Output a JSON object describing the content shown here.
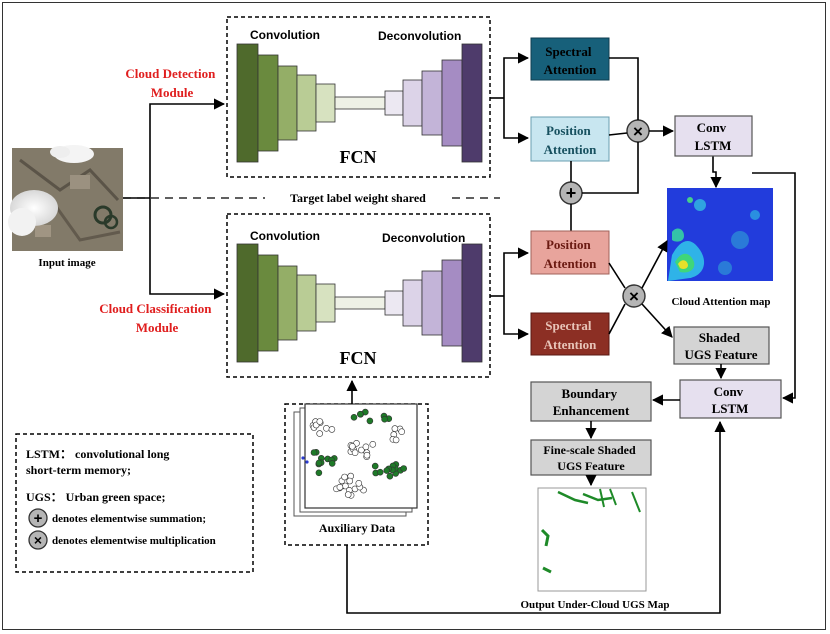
{
  "cloud_detection_module": "Cloud Detection Module",
  "cloud_classification_module": "Cloud Classification Module",
  "input_image": "Input image",
  "convolution": "Convolution",
  "deconvolution": "Deconvolution",
  "fcn": "FCN",
  "target_label_shared": "Target label weight shared",
  "spectral_attention": "Spectral Attention",
  "position_attention": "Position Attention",
  "conv_lstm": "Conv LSTM",
  "cloud_attention_map": "Cloud  Attention map",
  "shaded_ugs_feature": "Shaded UGS Feature",
  "boundary_enhancement": "Boundary Enhancement",
  "fine_scale_shaded_ugs_feature": "Fine-scale  Shaded UGS Feature",
  "auxiliary_data": "Auxiliary Data",
  "output_map": "Output Under-Cloud UGS Map",
  "legend": {
    "lstm": "LSTM： convolutional long short-term memory;",
    "ugs": "UGS： Urban green space;",
    "sum": "denotes elementwise summation;",
    "mult": "denotes elementwise multiplication"
  },
  "symbols": {
    "plus": "+",
    "times": "×"
  },
  "colors": {
    "spectral_top": "#17607a",
    "position_top": "#c8e6f0",
    "position_bottom": "#e8a49c",
    "spectral_bottom": "#8c2f24",
    "conv_lstm": "#e6e0ef",
    "gray_box": "#d4d4d4",
    "encoder_dark": "#4f6a2c",
    "decoder_dark": "#4e3b6b",
    "red_label": "#e01e1e"
  }
}
